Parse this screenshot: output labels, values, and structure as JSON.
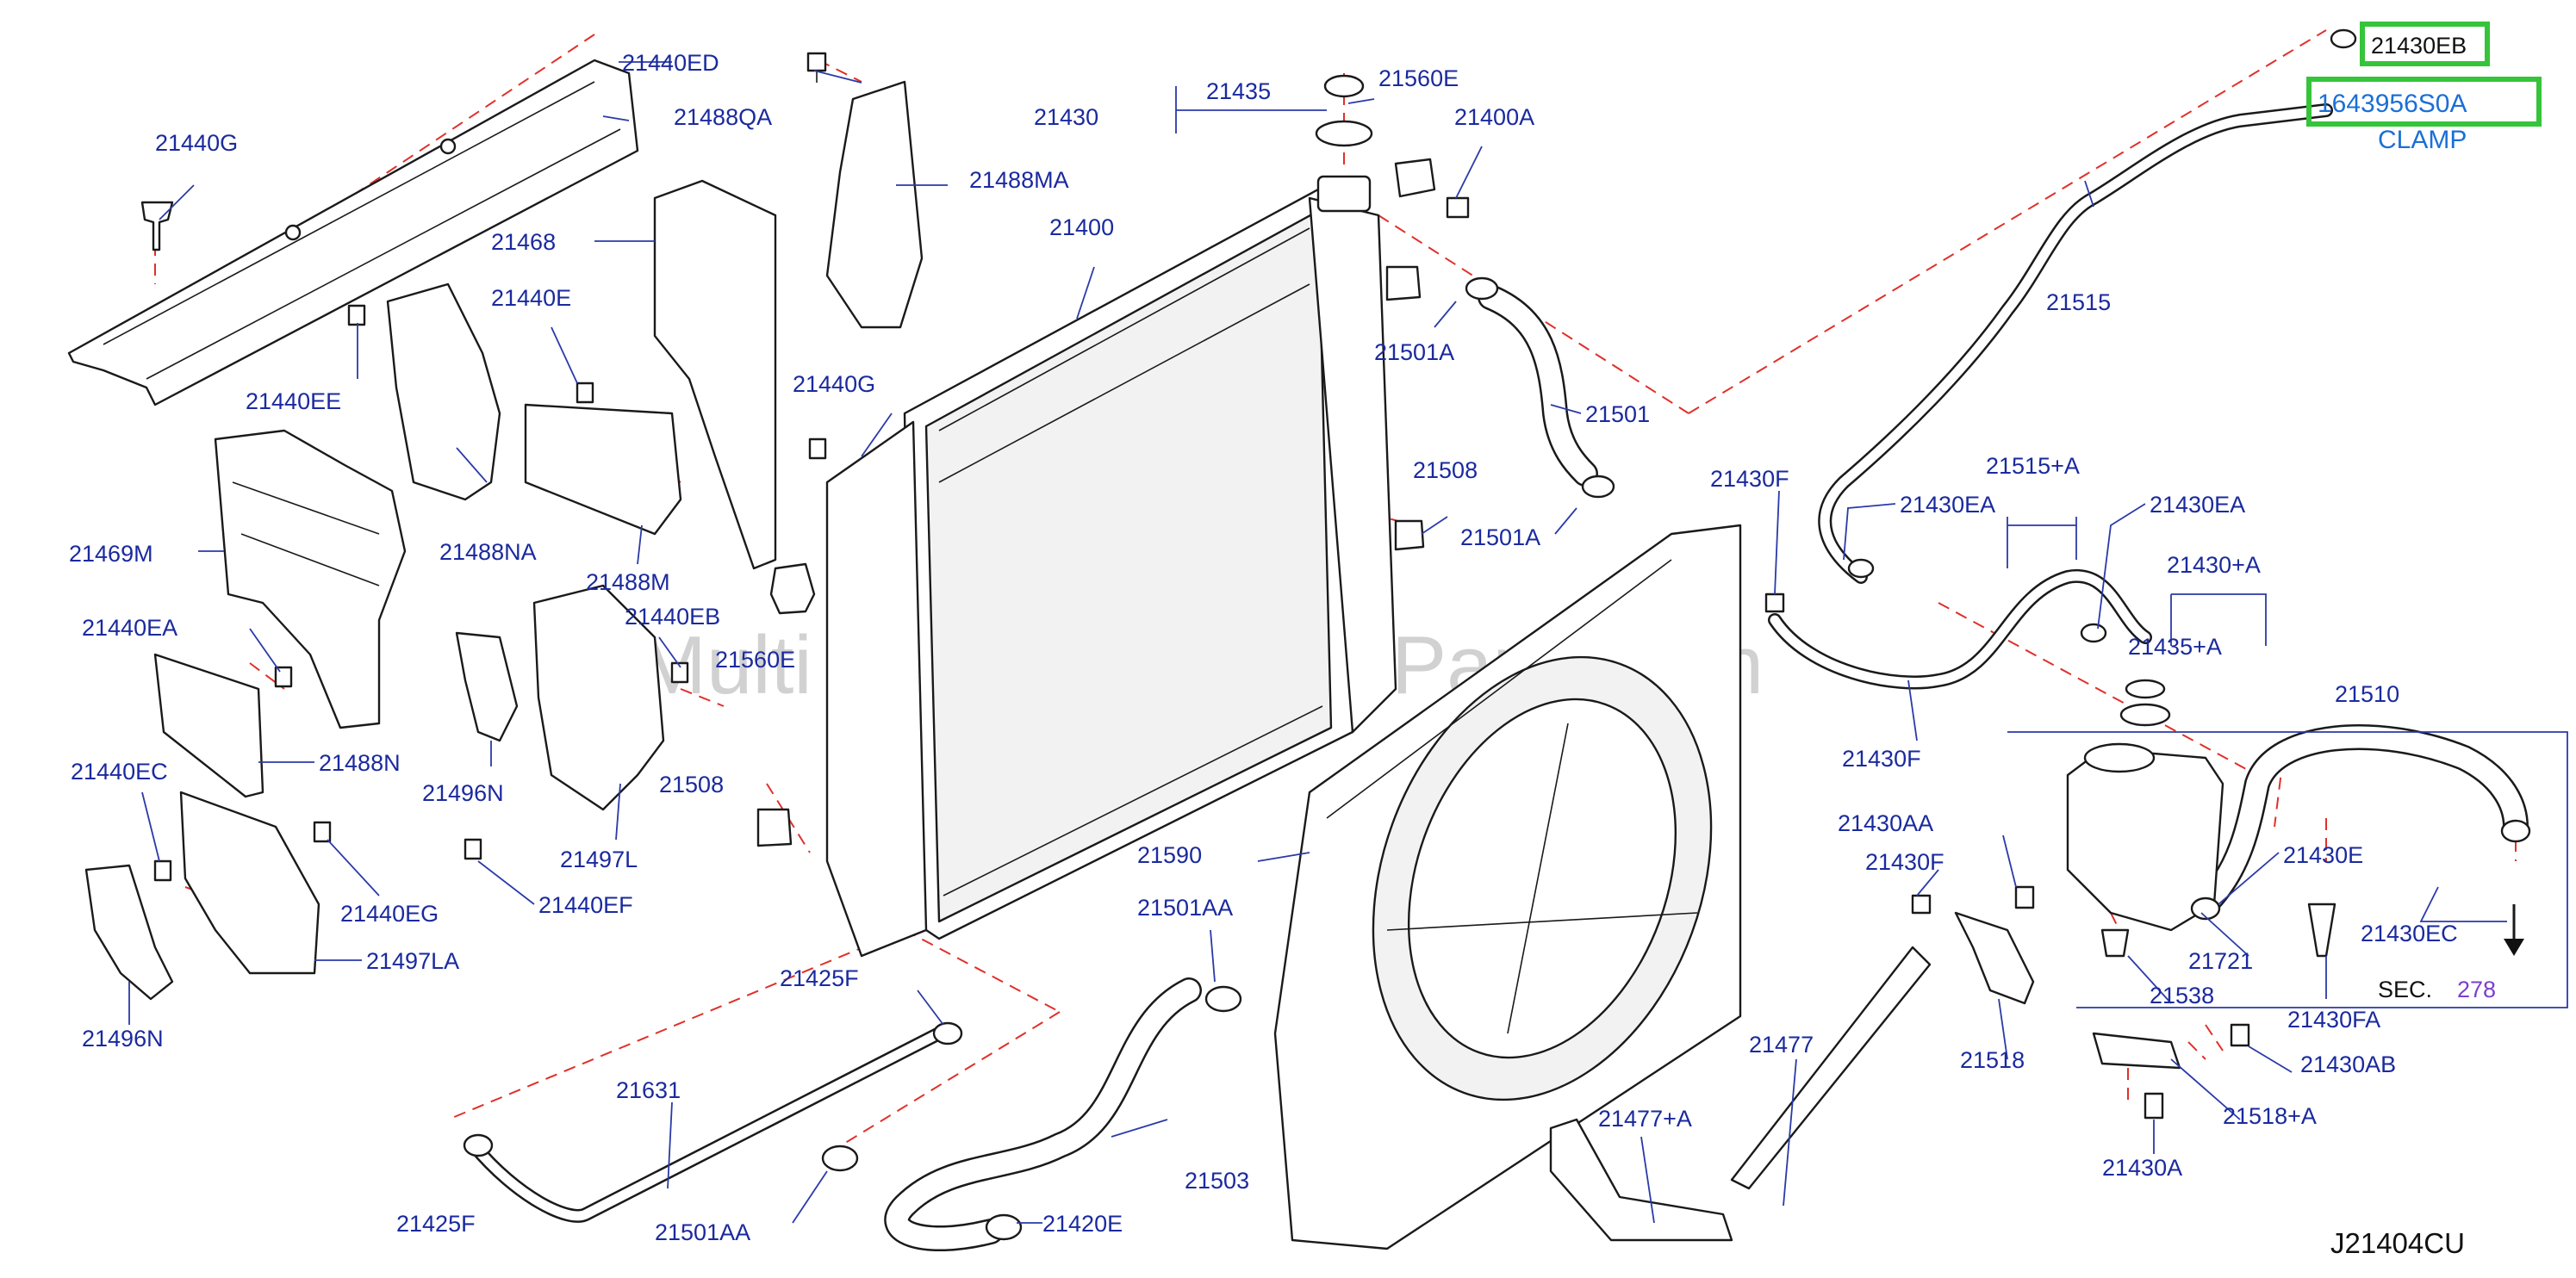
{
  "diagram_code": "J21404CU",
  "watermark": "Multi Merchant Auto Parts.com",
  "highlight": {
    "part_number": "1643956S0A",
    "part_name": "CLAMP",
    "callout": "21430EB"
  },
  "section_ref": {
    "prefix": "SEC.",
    "number": "278"
  },
  "callouts": [
    "21440ED",
    "21488QA",
    "21440G",
    "21468",
    "21440E",
    "21440EE",
    "21488NA",
    "21469M",
    "21488M",
    "21440EA",
    "21440EB",
    "21488N",
    "21496N",
    "21497L",
    "21440EC",
    "21440EG",
    "21440EF",
    "21497LA",
    "21496N",
    "21488MA",
    "21430",
    "21435",
    "21560E",
    "21400A",
    "21400",
    "21501A",
    "21501",
    "21440G",
    "21508",
    "21501A",
    "21560E",
    "21508",
    "21590",
    "21501AA",
    "21425F",
    "21631",
    "21425F",
    "21503",
    "21501AA",
    "21420E",
    "21477+A",
    "21477",
    "21515",
    "21430F",
    "21430EA",
    "21515+A",
    "21430EA",
    "21430+A",
    "21435+A",
    "21430F",
    "21510",
    "21430AA",
    "21430F",
    "21430E",
    "21721",
    "21430EC",
    "21538",
    "21430FA",
    "21518",
    "21430AB",
    "21518+A",
    "21430A"
  ],
  "colors": {
    "callout_text": "#1a2a9e",
    "highlight_text": "#1b6fd6",
    "highlight_box": "#35c43a",
    "dashed_guide": "#e0302a",
    "section_number": "#7a3fd0"
  }
}
